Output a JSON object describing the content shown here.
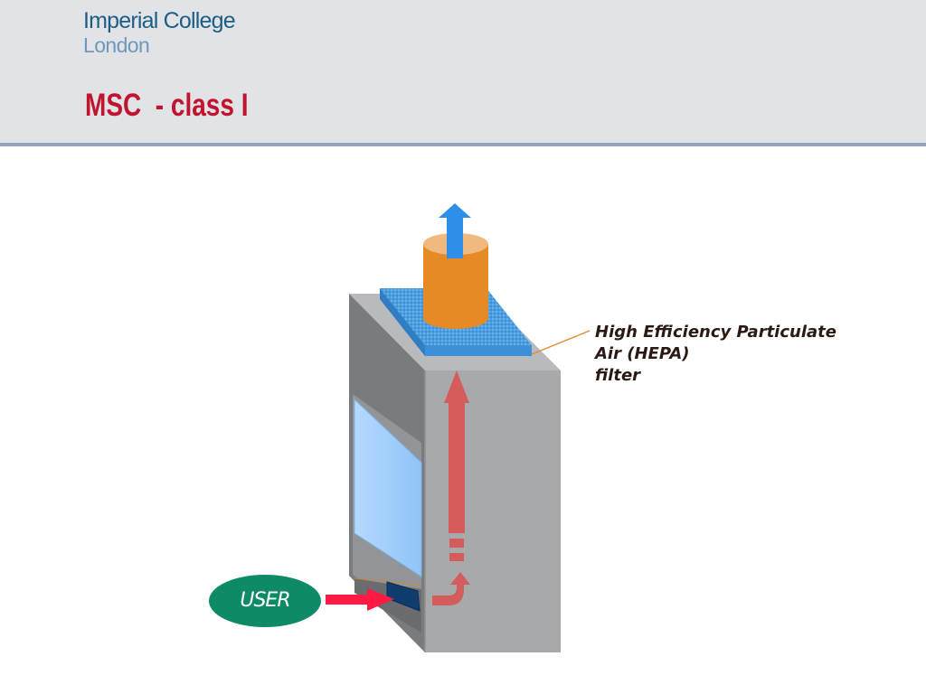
{
  "header": {
    "logo_line1": "Imperial College",
    "logo_line2": "London",
    "title": "MSC  - class I"
  },
  "diagram": {
    "hepa_label": {
      "line1": "High Efficiency Particulate",
      "line2": "Air (HEPA)",
      "line3": "filter"
    },
    "user_label": "USER",
    "colors": {
      "cabinet_front": "#a8a9ab",
      "cabinet_side": "#8e8f92",
      "window": "#99ccff",
      "hepa_filter": "#4b9ee0",
      "exhaust_duct": "#e58a25",
      "exhaust_arrow": "#2f8fe8",
      "internal_airflow": "#d55c5c",
      "inflow_arrow": "#ff1a44",
      "user_ellipse": "#0e8a66",
      "title_red": "#c1142f",
      "logo_blue": "#1d5e86"
    }
  }
}
